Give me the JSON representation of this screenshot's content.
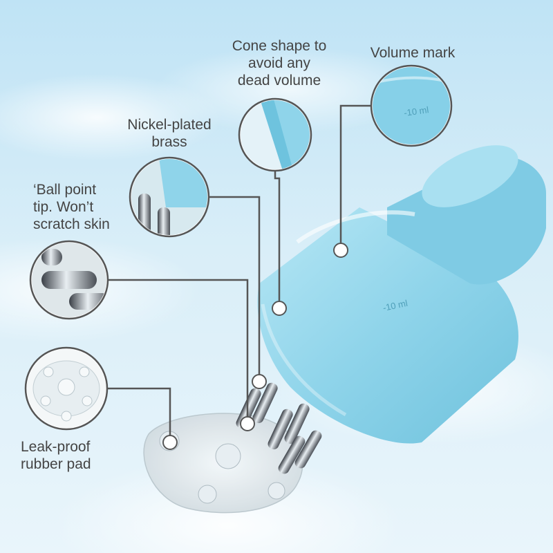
{
  "labels": {
    "cone_shape": "Cone shape to\navoid any\ndead volume",
    "volume_mark": "Volume mark",
    "nickel_plated": "Nickel-plated\nbrass",
    "ball_point": "‘Ball point\ntip. Won’t\nscratch skin",
    "leak_proof": "Leak-proof\nrubber pad"
  },
  "cap_markings": {
    "upper": "-10 ml",
    "lower": "-10 ml"
  },
  "colors": {
    "device_blue": "#8fd4ea",
    "callout_line": "#555555",
    "callout_ring": "#ffffff",
    "text": "#444444"
  }
}
